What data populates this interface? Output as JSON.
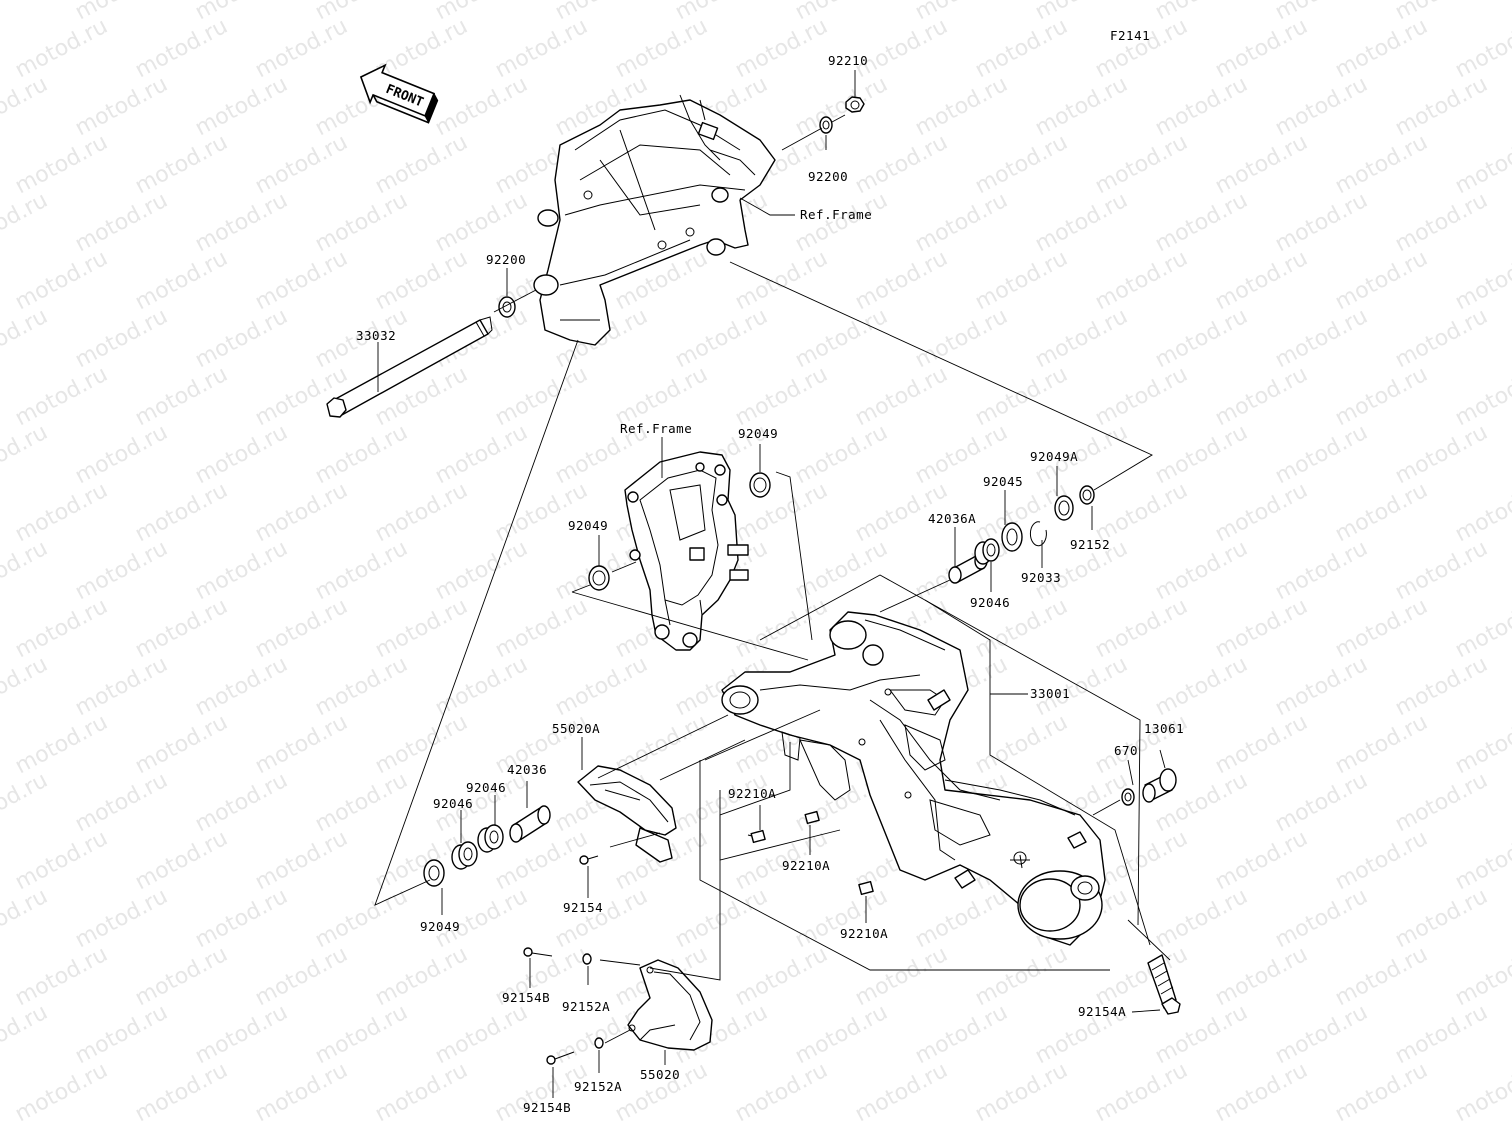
{
  "diagram": {
    "code": "F2141",
    "watermark": "motod.ru",
    "front_label": "FRONT",
    "labels": [
      {
        "key": "p92210_top",
        "text": "92210"
      },
      {
        "key": "p92200_top",
        "text": "92200"
      },
      {
        "key": "ref_frame_top",
        "text": "Ref.Frame"
      },
      {
        "key": "p92200_left",
        "text": "92200"
      },
      {
        "key": "p33032",
        "text": "33032"
      },
      {
        "key": "ref_frame_mid",
        "text": "Ref.Frame"
      },
      {
        "key": "p92049_a",
        "text": "92049"
      },
      {
        "key": "p92049_b",
        "text": "92049"
      },
      {
        "key": "p92049A",
        "text": "92049A"
      },
      {
        "key": "p92045",
        "text": "92045"
      },
      {
        "key": "p42036A",
        "text": "42036A"
      },
      {
        "key": "p92152",
        "text": "92152"
      },
      {
        "key": "p92033",
        "text": "92033"
      },
      {
        "key": "p92046_r",
        "text": "92046"
      },
      {
        "key": "p33001",
        "text": "33001"
      },
      {
        "key": "p13061",
        "text": "13061"
      },
      {
        "key": "p670",
        "text": "670"
      },
      {
        "key": "p55020A",
        "text": "55020A"
      },
      {
        "key": "p42036",
        "text": "42036"
      },
      {
        "key": "p92046_l1",
        "text": "92046"
      },
      {
        "key": "p92046_l2",
        "text": "92046"
      },
      {
        "key": "p92210A_1",
        "text": "92210A"
      },
      {
        "key": "p92210A_2",
        "text": "92210A"
      },
      {
        "key": "p92210A_3",
        "text": "92210A"
      },
      {
        "key": "p92049_c",
        "text": "92049"
      },
      {
        "key": "p92154",
        "text": "92154"
      },
      {
        "key": "p92154B_1",
        "text": "92154B"
      },
      {
        "key": "p92152A_1",
        "text": "92152A"
      },
      {
        "key": "p92154A",
        "text": "92154A"
      },
      {
        "key": "p55020",
        "text": "55020"
      },
      {
        "key": "p92152A_2",
        "text": "92152A"
      },
      {
        "key": "p92154B_2",
        "text": "92154B"
      }
    ]
  }
}
